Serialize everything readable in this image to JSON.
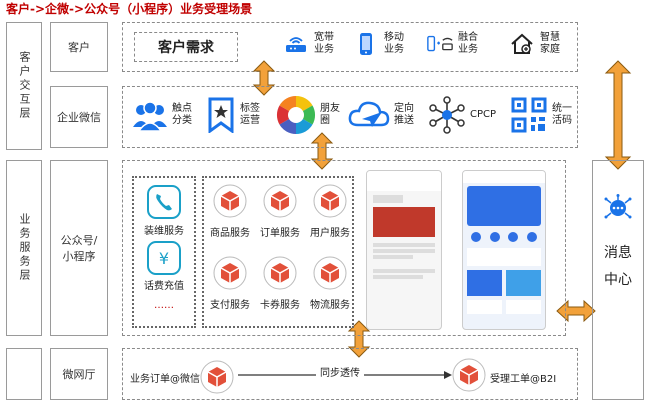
{
  "title": "客户->企微->公众号（小程序）业务受理场景",
  "layers": {
    "customer_interaction": "客户交互层",
    "business_service": "业务服务层"
  },
  "rows": {
    "customer": "客户",
    "wecom": "企业微信",
    "official": "公众号/小程序",
    "microhall": "微网厅"
  },
  "customer_row": {
    "demand": "客户需求",
    "items": [
      {
        "label": "宽带\n业务",
        "icon": "router-icon"
      },
      {
        "label": "移动\n业务",
        "icon": "mobile-phone-icon"
      },
      {
        "label": "融合\n业务",
        "icon": "converged-icon"
      },
      {
        "label": "智慧\n家庭",
        "icon": "smart-home-icon"
      }
    ]
  },
  "wecom_row": {
    "items": [
      {
        "label": "触点\n分类",
        "icon": "people-icon"
      },
      {
        "label": "标签\n运营",
        "icon": "bookmark-star-icon"
      },
      {
        "label": "朋友\n圈",
        "icon": "camera-aperture-icon"
      },
      {
        "label": "定向\n推送",
        "icon": "cloud-send-icon"
      },
      {
        "label": "CPCP",
        "icon": "network-node-icon"
      },
      {
        "label": "统一\n活码",
        "icon": "qr-code-icon"
      }
    ]
  },
  "service_left": {
    "install": "装维服务",
    "recharge": "话费充值",
    "more": "……"
  },
  "service_grid": [
    "商品服务",
    "订单服务",
    "用户服务",
    "支付服务",
    "卡券服务",
    "物流服务"
  ],
  "message_center": "消息中心",
  "bottom_row": {
    "left": "业务订单@微信",
    "middle": "同步透传",
    "right": "受理工单@B2I"
  },
  "colors": {
    "accent_orange": "#f2a13a",
    "arrow_border": "#8a5a10",
    "service_red": "#e2503a",
    "blue": "#1a73e8",
    "title_red": "#c00000"
  }
}
